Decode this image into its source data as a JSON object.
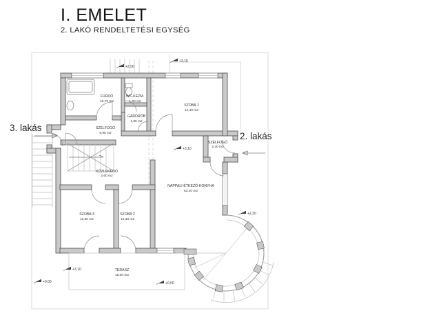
{
  "header": {
    "title": "I. EMELET",
    "subtitle": "2. LAKÓ RENDELTETÉSI EGYSÉG"
  },
  "units": {
    "left": "3. lakás",
    "right": "2. lakás"
  },
  "rooms": [
    {
      "name": "FÜRDŐ",
      "area": "10,70 m2"
    },
    {
      "name": "WC-KÉZM.",
      "area": "1,90 m2"
    },
    {
      "name": "GARDRÓB",
      "area": "1,90 m2"
    },
    {
      "name": "SZOBA 1",
      "area": "14,40 m2"
    },
    {
      "name": "SZÉLFOGÓ",
      "area": "6,90 m2"
    },
    {
      "name": "SZÉLFOGÓ",
      "area": "2,30 m2"
    },
    {
      "name": "KÖZLEKEDŐ",
      "area": "2,60 m2"
    },
    {
      "name": "NAPPALI-ÉTKEZŐ-KONYHA",
      "area": "53,40 m2"
    },
    {
      "name": "SZOBA 3",
      "area": "11,60 m2"
    },
    {
      "name": "SZOBA 2",
      "area": "12,30 m2"
    },
    {
      "name": "TERASZ",
      "area": "15,00 m2"
    }
  ],
  "levels": [
    {
      "value": "+2,50"
    },
    {
      "value": "+3,10"
    },
    {
      "value": "+3,10"
    },
    {
      "value": "+2,20"
    },
    {
      "value": "+3,10"
    },
    {
      "value": "+0,00"
    },
    {
      "value": "+0,00"
    }
  ],
  "colors": {
    "wall_fill": "#c9c9c9",
    "line": "#4d4d4d",
    "thin_line": "#d2d2d2",
    "text": "#333333"
  }
}
